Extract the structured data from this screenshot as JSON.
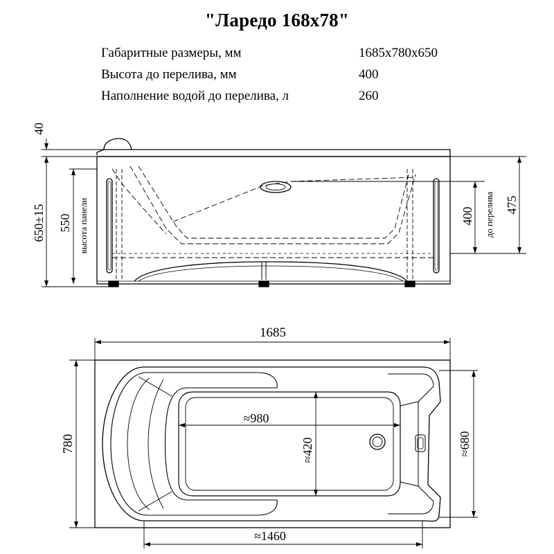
{
  "title": "\"Ларедо 168х78\"",
  "specs": [
    {
      "label": "Габаритные размеры, мм",
      "value": "1685х780х650"
    },
    {
      "label": "Высота до перелива, мм",
      "value": "400"
    },
    {
      "label": "Наполнение водой до перелива, л",
      "value": "260"
    }
  ],
  "side_view": {
    "dim_rim": "40",
    "dim_total_height": "650±15",
    "dim_panel": "550",
    "panel_label": "высота панели",
    "dim_overflow": "400",
    "overflow_label": "до перелива",
    "dim_475": "475"
  },
  "top_view": {
    "dim_length": "1685",
    "dim_width": "780",
    "dim_inner_length": "≈980",
    "dim_inner_width": "≈420",
    "dim_680": "≈680",
    "dim_1460": "≈1460"
  }
}
